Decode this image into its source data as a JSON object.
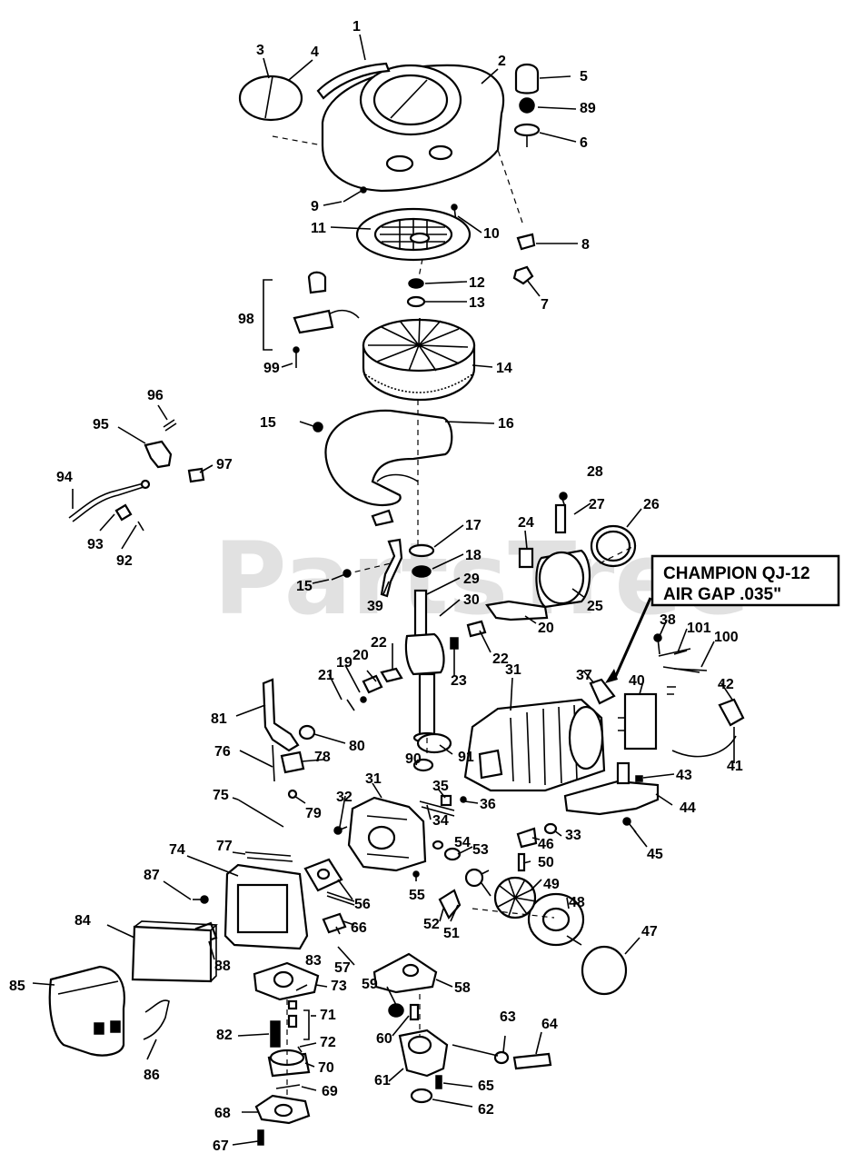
{
  "watermark": "PartsTree",
  "callout": {
    "line1": "CHAMPION QJ-12",
    "line2": "AIR GAP .035\""
  },
  "part_labels": [
    "1",
    "2",
    "3",
    "4",
    "5",
    "6",
    "7",
    "8",
    "9",
    "10",
    "11",
    "12",
    "13",
    "14",
    "15",
    "15",
    "16",
    "17",
    "18",
    "19",
    "20",
    "20",
    "21",
    "22",
    "22",
    "23",
    "24",
    "25",
    "26",
    "27",
    "28",
    "29",
    "30",
    "31",
    "31",
    "32",
    "33",
    "34",
    "35",
    "36",
    "37",
    "38",
    "39",
    "40",
    "41",
    "42",
    "43",
    "44",
    "45",
    "46",
    "47",
    "48",
    "49",
    "50",
    "51",
    "52",
    "53",
    "54",
    "55",
    "56",
    "57",
    "58",
    "59",
    "60",
    "61",
    "62",
    "63",
    "64",
    "65",
    "66",
    "67",
    "68",
    "69",
    "70",
    "71",
    "72",
    "73",
    "74",
    "75",
    "76",
    "77",
    "78",
    "79",
    "80",
    "81",
    "82",
    "83",
    "84",
    "85",
    "86",
    "87",
    "88",
    "89",
    "90",
    "91",
    "92",
    "93",
    "94",
    "95",
    "96",
    "97",
    "98",
    "99",
    "100",
    "101"
  ]
}
